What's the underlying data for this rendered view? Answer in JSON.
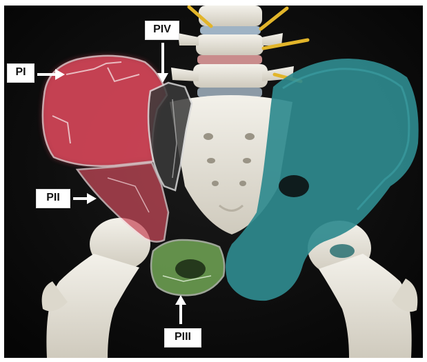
{
  "image": {
    "subject": "pelvis",
    "background_color": "#0b0b0b"
  },
  "labels": {
    "pi": "PI",
    "pii": "PII",
    "piii": "PIII",
    "piv": "PIV"
  },
  "colors": {
    "zone_pi_pii": "#d9475a",
    "zone_piii": "#8fd46a",
    "zone_piv": "#3a3a3a",
    "contralateral_overlay": "#2f8a8e",
    "bone": "#e9e6dc",
    "nerve": "#e2b52a",
    "arrow": "#ffffff"
  }
}
